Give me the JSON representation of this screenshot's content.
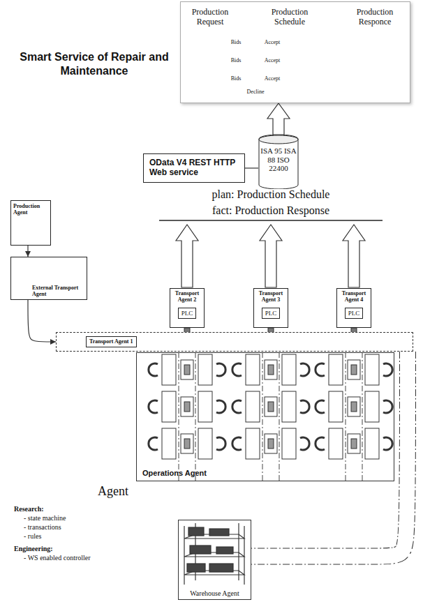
{
  "diagram": {
    "title": "Smart Service of Repair and Maintenance",
    "nodes": [
      {
        "text": [
          "Production Request",
          "Production Schedule",
          "Production Responce"
        ]
      },
      {
        "text": [
          "OData V4 REST HTTP Web service"
        ]
      },
      {
        "text": [
          "ISA 95 ISA 88 ISO 22400"
        ]
      },
      {
        "text": [
          "Production Agent"
        ]
      },
      {
        "text": [
          "External Transport Agent"
        ]
      },
      {
        "text": [
          "Transport Agent 1"
        ]
      },
      {
        "text": [
          "Transport Agent 2"
        ]
      },
      {
        "text": [
          "PLC"
        ],
        "in": 6
      },
      {
        "text": [
          "Transport Agent 3"
        ]
      },
      {
        "text": [
          "PLC"
        ],
        "in": 8
      },
      {
        "text": [
          "Transport Agent 4"
        ]
      },
      {
        "text": [
          "PLC"
        ],
        "in": 10
      },
      {
        "text": [
          "Operations Agent"
        ]
      },
      {
        "text": [
          "Warehouse Agent"
        ]
      }
    ],
    "edges": [
      {
        "from": 2,
        "to": 0,
        "arrow": "to"
      },
      {
        "from": 1,
        "to": 2,
        "arrow": "none"
      },
      {
        "from": 3,
        "to": 4,
        "arrow": "to"
      },
      {
        "from": 4,
        "to": 5,
        "arrow": "to"
      },
      {
        "from": 5,
        "to": 13,
        "arrow": "none"
      }
    ],
    "labels": [
      "Bids",
      "Accept",
      "Bids",
      "Accept",
      "Bids",
      "Accept",
      "Decline",
      "plan: Production Schedule",
      "fact: Production Response",
      "Agent",
      "Research:",
      "- state machine",
      "- transactions",
      "- rules",
      "Engineering:",
      "- WS enabled controller"
    ]
  }
}
